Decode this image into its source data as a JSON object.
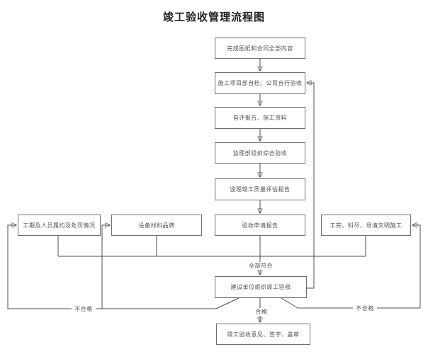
{
  "title": "竣工验收管理流程图",
  "nodes": {
    "complete_drawings": "完成图纸和合同全部内容",
    "self_inspection": "施工项目部自检、公司自行验收",
    "self_report": "自评报告、施工资料",
    "supervision_acceptance": "监理部组织综合验收",
    "quality_report": "监理竣工质量评估报告",
    "application": "验收申请报告",
    "schedule_penalty": "工期及人员履约及处罚情况",
    "equipment_brand": "设备材料品牌",
    "site_clean": "工完、料尽、场清文明施工",
    "owner_acceptance": "建设单位组织竣工验收",
    "final_opinion": "竣工验收意见、签字、盖章"
  },
  "edge_labels": {
    "all_conform": "全部符合",
    "qualified": "合格",
    "unqualified_left": "不合格",
    "unqualified_right": "不合格"
  },
  "colors": {
    "line": "#4d4d4d",
    "box_border": "#6e6e6e",
    "text": "#4f4f4f",
    "background": "#ffffff"
  }
}
